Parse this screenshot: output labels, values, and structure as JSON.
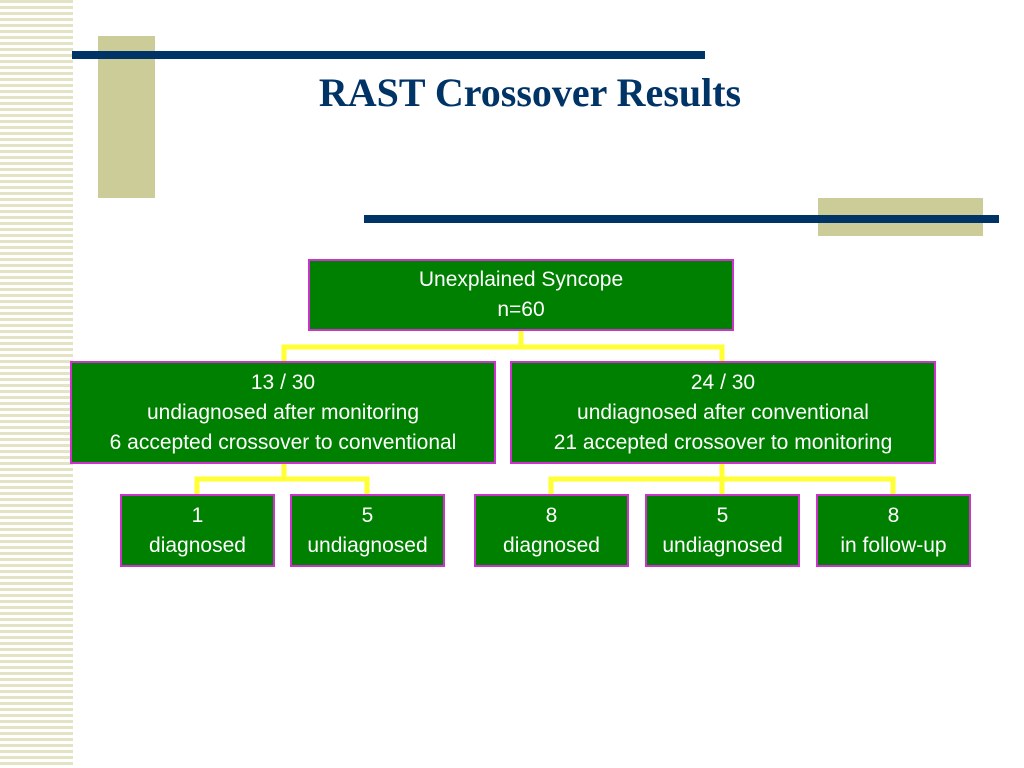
{
  "slide": {
    "title": "RAST Crossover Results"
  },
  "colors": {
    "title": "#003366",
    "node_fill": "#008000",
    "node_border": "#cc33cc",
    "node_text": "#ffffff",
    "connector": "#ffff33",
    "accent_navy": "#003366",
    "accent_tan": "#cccc99"
  },
  "diagram": {
    "root": {
      "line1": "Unexplained Syncope",
      "line2": "n=60"
    },
    "left": {
      "line1": "13 / 30",
      "line2": "undiagnosed after monitoring",
      "line3": "6 accepted crossover to conventional",
      "children": [
        {
          "line1": "1",
          "line2": "diagnosed"
        },
        {
          "line1": "5",
          "line2": "undiagnosed"
        }
      ]
    },
    "right": {
      "line1": "24 / 30",
      "line2": "undiagnosed after conventional",
      "line3": "21 accepted crossover to monitoring",
      "children": [
        {
          "line1": "8",
          "line2": "diagnosed"
        },
        {
          "line1": "5",
          "line2": "undiagnosed"
        },
        {
          "line1": "8",
          "line2": "in follow-up"
        }
      ]
    }
  }
}
